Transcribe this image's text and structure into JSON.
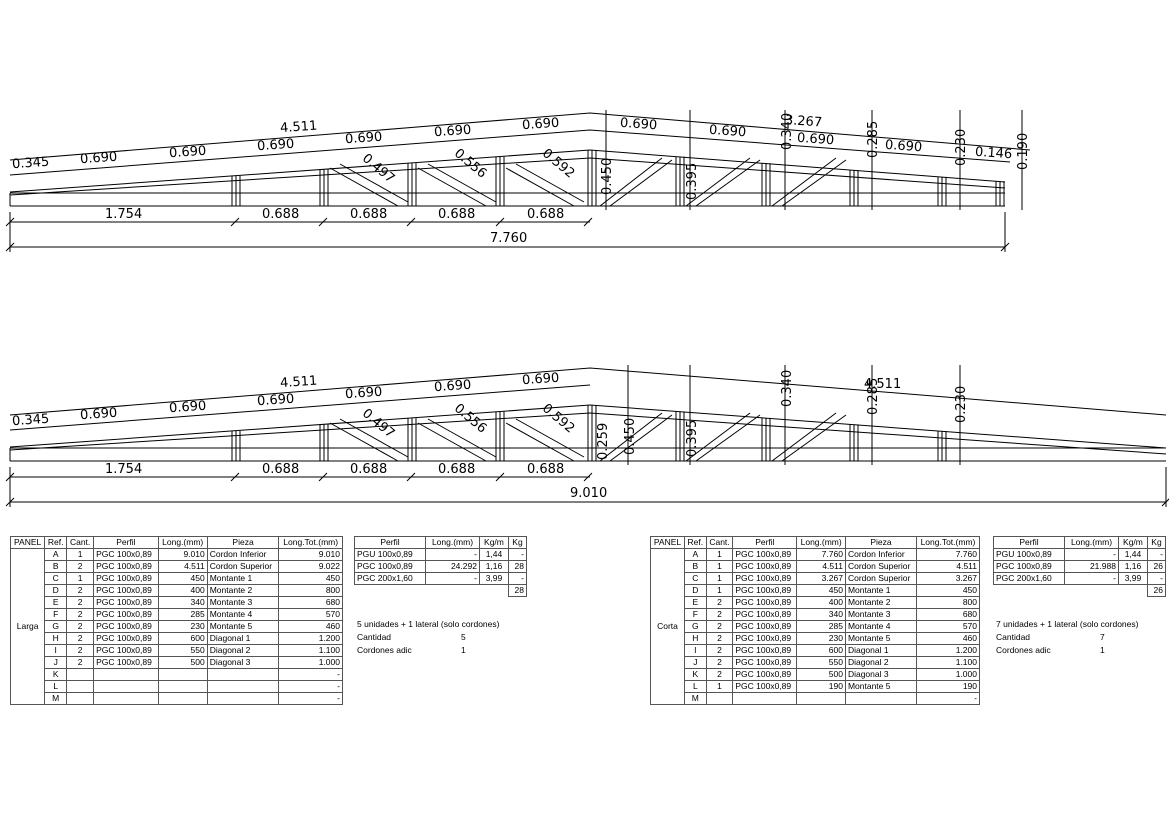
{
  "truss_large_top_view": {
    "top_total": "4.511",
    "top_segments": [
      "0.345",
      "0.690",
      "0.690",
      "0.690",
      "0.690",
      "0.690",
      "0.690"
    ],
    "right_segments": [
      "0.690",
      "0.690",
      "0.690",
      "0.690",
      "0.146"
    ],
    "right_total": "3.267",
    "heights": [
      "0.450",
      "0.395",
      "0.340",
      "0.285",
      "0.230",
      "0.190"
    ],
    "diagonals": [
      "0.497",
      "0.556",
      "0.592"
    ],
    "bottom_segments": [
      "1.754",
      "0.688",
      "0.688",
      "0.688",
      "0.688"
    ],
    "bottom_total": "7.760"
  },
  "truss_bottom_view": {
    "top_total": "4.511",
    "top_segments": [
      "0.345",
      "0.690",
      "0.690",
      "0.690",
      "0.690",
      "0.690",
      "0.690"
    ],
    "right_total": "4.511",
    "heights": [
      "0.259",
      "0.450",
      "0.395",
      "0.340",
      "0.285",
      "0.230"
    ],
    "diagonals": [
      "0.497",
      "0.556",
      "0.592"
    ],
    "bottom_segments": [
      "1.754",
      "0.688",
      "0.688",
      "0.688",
      "0.688"
    ],
    "bottom_total": "9.010"
  },
  "headers": [
    "PANEL",
    "Ref.",
    "Cant.",
    "Perfil",
    "Long.(mm)",
    "Pieza",
    "Long.Tot.(mm)"
  ],
  "weight_headers": [
    "Perfil",
    "Long.(mm)",
    "Kg/m",
    "Kg"
  ],
  "larga": {
    "panel": "Larga",
    "rows": [
      [
        "A",
        "1",
        "PGC 100x0,89",
        "9.010",
        "Cordon Inferior",
        "9.010"
      ],
      [
        "B",
        "2",
        "PGC 100x0,89",
        "4.511",
        "Cordon Superior",
        "9.022"
      ],
      [
        "C",
        "1",
        "PGC 100x0,89",
        "450",
        "Montante 1",
        "450"
      ],
      [
        "D",
        "2",
        "PGC 100x0,89",
        "400",
        "Montante 2",
        "800"
      ],
      [
        "E",
        "2",
        "PGC 100x0,89",
        "340",
        "Montante 3",
        "680"
      ],
      [
        "F",
        "2",
        "PGC 100x0,89",
        "285",
        "Montante 4",
        "570"
      ],
      [
        "G",
        "2",
        "PGC 100x0,89",
        "230",
        "Montante 5",
        "460"
      ],
      [
        "H",
        "2",
        "PGC 100x0,89",
        "600",
        "Diagonal 1",
        "1.200"
      ],
      [
        "I",
        "2",
        "PGC 100x0,89",
        "550",
        "Diagonal 2",
        "1.100"
      ],
      [
        "J",
        "2",
        "PGC 100x0,89",
        "500",
        "Diagonal 3",
        "1.000"
      ],
      [
        "K",
        "",
        "",
        "",
        "",
        "-"
      ],
      [
        "L",
        "",
        "",
        "",
        "",
        "-"
      ],
      [
        "M",
        "",
        "",
        "",
        "",
        "-"
      ]
    ],
    "weights": [
      [
        "PGU 100x0,89",
        "-",
        "1,44",
        "-"
      ],
      [
        "PGC 100x0,89",
        "24.292",
        "1,16",
        "28"
      ],
      [
        "PGC 200x1,60",
        "-",
        "3,99",
        "-"
      ]
    ],
    "total_kg": "28",
    "note": "5 unidades + 1 lateral (solo cordones)",
    "cantidad_label": "Cantidad",
    "cantidad": "5",
    "cordones_label": "Cordones adic",
    "cordones": "1"
  },
  "corta": {
    "panel": "Corta",
    "rows": [
      [
        "A",
        "1",
        "PGC 100x0,89",
        "7.760",
        "Cordon Inferior",
        "7.760"
      ],
      [
        "B",
        "1",
        "PGC 100x0,89",
        "4.511",
        "Cordon Superior",
        "4.511"
      ],
      [
        "C",
        "1",
        "PGC 100x0,89",
        "3.267",
        "Cordon Superior",
        "3.267"
      ],
      [
        "D",
        "1",
        "PGC 100x0,89",
        "450",
        "Montante 1",
        "450"
      ],
      [
        "E",
        "2",
        "PGC 100x0,89",
        "400",
        "Montante 2",
        "800"
      ],
      [
        "F",
        "2",
        "PGC 100x0,89",
        "340",
        "Montante 3",
        "680"
      ],
      [
        "G",
        "2",
        "PGC 100x0,89",
        "285",
        "Montante 4",
        "570"
      ],
      [
        "H",
        "2",
        "PGC 100x0,89",
        "230",
        "Montante 5",
        "460"
      ],
      [
        "I",
        "2",
        "PGC 100x0,89",
        "600",
        "Diagonal 1",
        "1.200"
      ],
      [
        "J",
        "2",
        "PGC 100x0,89",
        "550",
        "Diagonal 2",
        "1.100"
      ],
      [
        "K",
        "2",
        "PGC 100x0,89",
        "500",
        "Diagonal 3",
        "1.000"
      ],
      [
        "L",
        "1",
        "PGC 100x0,89",
        "190",
        "Montante 5",
        "190"
      ],
      [
        "M",
        "",
        "",
        "",
        "",
        "-"
      ]
    ],
    "weights": [
      [
        "PGU 100x0,89",
        "-",
        "1,44",
        "-"
      ],
      [
        "PGC 100x0,89",
        "21.988",
        "1,16",
        "26"
      ],
      [
        "PGC 200x1,60",
        "-",
        "3,99",
        "-"
      ]
    ],
    "total_kg": "26",
    "note": "7 unidades + 1 lateral (solo cordones)",
    "cantidad_label": "Cantidad",
    "cantidad": "7",
    "cordones_label": "Cordones adic",
    "cordones": "1"
  }
}
